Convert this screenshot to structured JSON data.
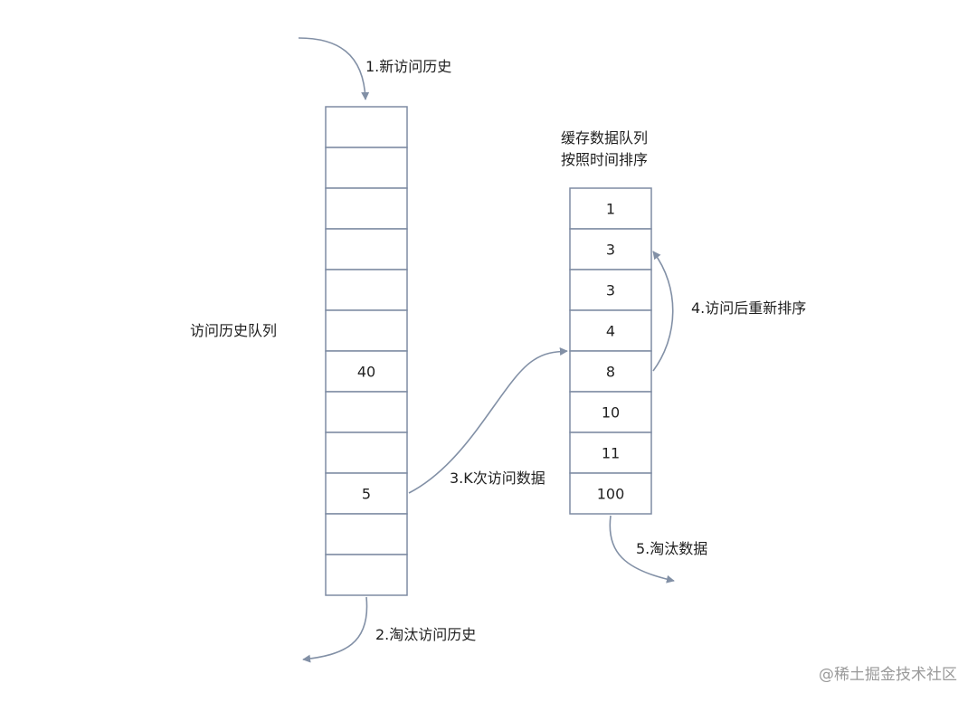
{
  "colors": {
    "stroke": "#7f8ca3",
    "arrow": "#8290a6",
    "cell_fill": "#ffffff",
    "text": "#1f1f1f"
  },
  "history_queue": {
    "label": "访问历史队列",
    "cells": [
      "",
      "",
      "",
      "",
      "",
      "",
      "40",
      "",
      "",
      "5",
      "",
      ""
    ]
  },
  "cache_queue": {
    "label_line1": "缓存数据队列",
    "label_line2": "按照时间排序",
    "cells": [
      "1",
      "3",
      "3",
      "4",
      "8",
      "10",
      "11",
      "100"
    ]
  },
  "steps": {
    "step1": "1.新访问历史",
    "step2": "2.淘汰访问历史",
    "step3": "3.K次访问数据",
    "step4": "4.访问后重新排序",
    "step5": "5.淘汰数据"
  },
  "watermark": "@稀土掘金技术社区"
}
